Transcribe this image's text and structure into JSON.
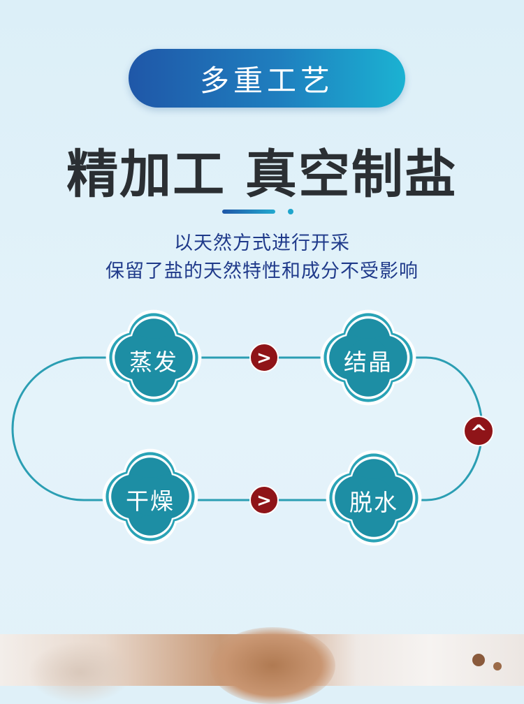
{
  "badge": {
    "label": "多重工艺"
  },
  "headline": "精加工 真空制盐",
  "subtitle": {
    "line1": "以天然方式进行开采",
    "line2": "保留了盐的天然特性和成分不受影响"
  },
  "process": {
    "steps": [
      {
        "label": "蒸发"
      },
      {
        "label": "结晶"
      },
      {
        "label": "脱水"
      },
      {
        "label": "干燥"
      }
    ],
    "arrows": {
      "evaporate_to_crystallize": ">",
      "crystallize_to_dehydrate": "^",
      "dry_to_dehydrate": ">"
    }
  },
  "colors": {
    "badge_gradient_start": "#1f57a8",
    "badge_gradient_end": "#1bb2d2",
    "node_fill": "#1d8ea4",
    "node_ring": "#2aa3b6",
    "track": "#2b9eb3",
    "arrow_badge": "#8f1418",
    "headline": "#2b2f33",
    "subtitle": "#1f3a8a"
  }
}
